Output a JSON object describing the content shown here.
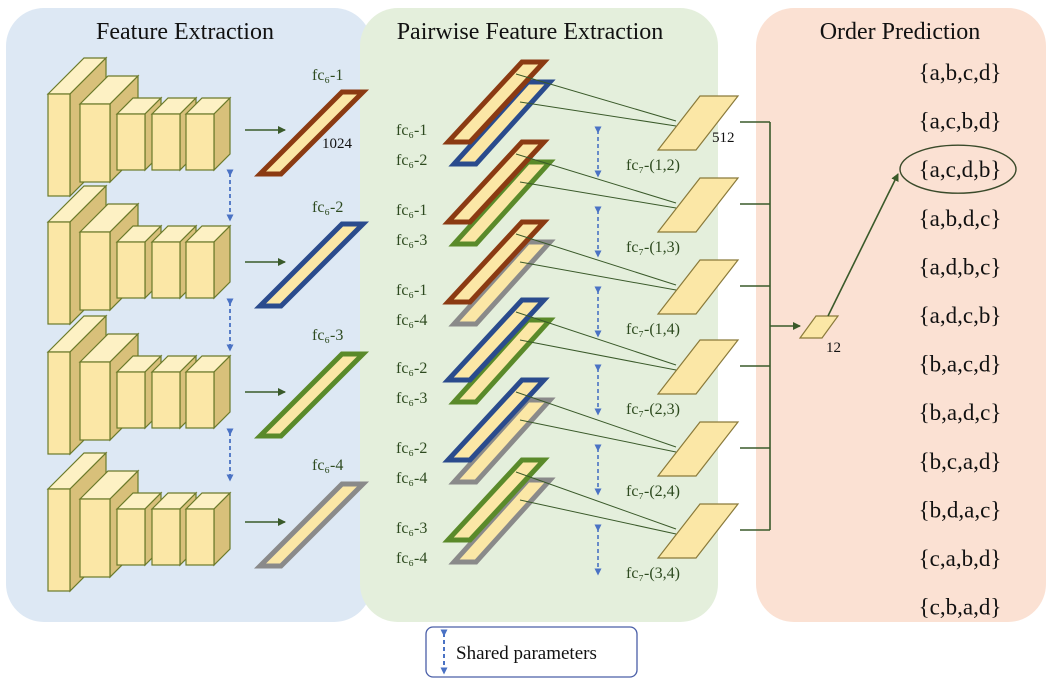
{
  "panels": {
    "feature_extraction": {
      "title": "Feature Extraction"
    },
    "pairwise": {
      "title": "Pairwise Feature Extraction"
    },
    "order": {
      "title": "Order Prediction"
    }
  },
  "fc6_labels": [
    "fc₆-1",
    "fc₆-2",
    "fc₆-3",
    "fc₆-4"
  ],
  "fc6_dim": "1024",
  "pairs": [
    {
      "top": "fc₆-1",
      "bottom": "fc₆-2",
      "fc7": "fc₇-(1,2)"
    },
    {
      "top": "fc₆-1",
      "bottom": "fc₆-3",
      "fc7": "fc₇-(1,3)"
    },
    {
      "top": "fc₆-1",
      "bottom": "fc₆-4",
      "fc7": "fc₇-(1,4)"
    },
    {
      "top": "fc₆-2",
      "bottom": "fc₆-3",
      "fc7": "fc₇-(2,3)"
    },
    {
      "top": "fc₆-2",
      "bottom": "fc₆-4",
      "fc7": "fc₇-(2,4)"
    },
    {
      "top": "fc₆-3",
      "bottom": "fc₆-4",
      "fc7": "fc₇-(3,4)"
    }
  ],
  "fc7_dim": "512",
  "output_dim": "12",
  "orders": [
    "{a,b,c,d}",
    "{a,c,b,d}",
    "{a,c,d,b}",
    "{a,b,d,c}",
    "{a,d,b,c}",
    "{a,d,c,b}",
    "{b,a,c,d}",
    "{b,a,d,c}",
    "{b,c,a,d}",
    "{b,d,a,c}",
    "{c,a,b,d}",
    "{c,b,a,d}"
  ],
  "highlighted_order_index": 2,
  "legend": {
    "label": "Shared parameters"
  },
  "colors": {
    "blue_panel": "#dde8f4",
    "green_panel": "#e4efdc",
    "orange_panel": "#fbe1d3",
    "block_fill": "#fbe7a6",
    "block_stroke": "#6b7a2a",
    "frame_1": "#8b3a12",
    "frame_2": "#2a4b8d",
    "frame_3": "#5a8a2a",
    "frame_4": "#8a8a8a",
    "line": "#3a5a2a",
    "dashed_arrow": "#4a72c4"
  }
}
